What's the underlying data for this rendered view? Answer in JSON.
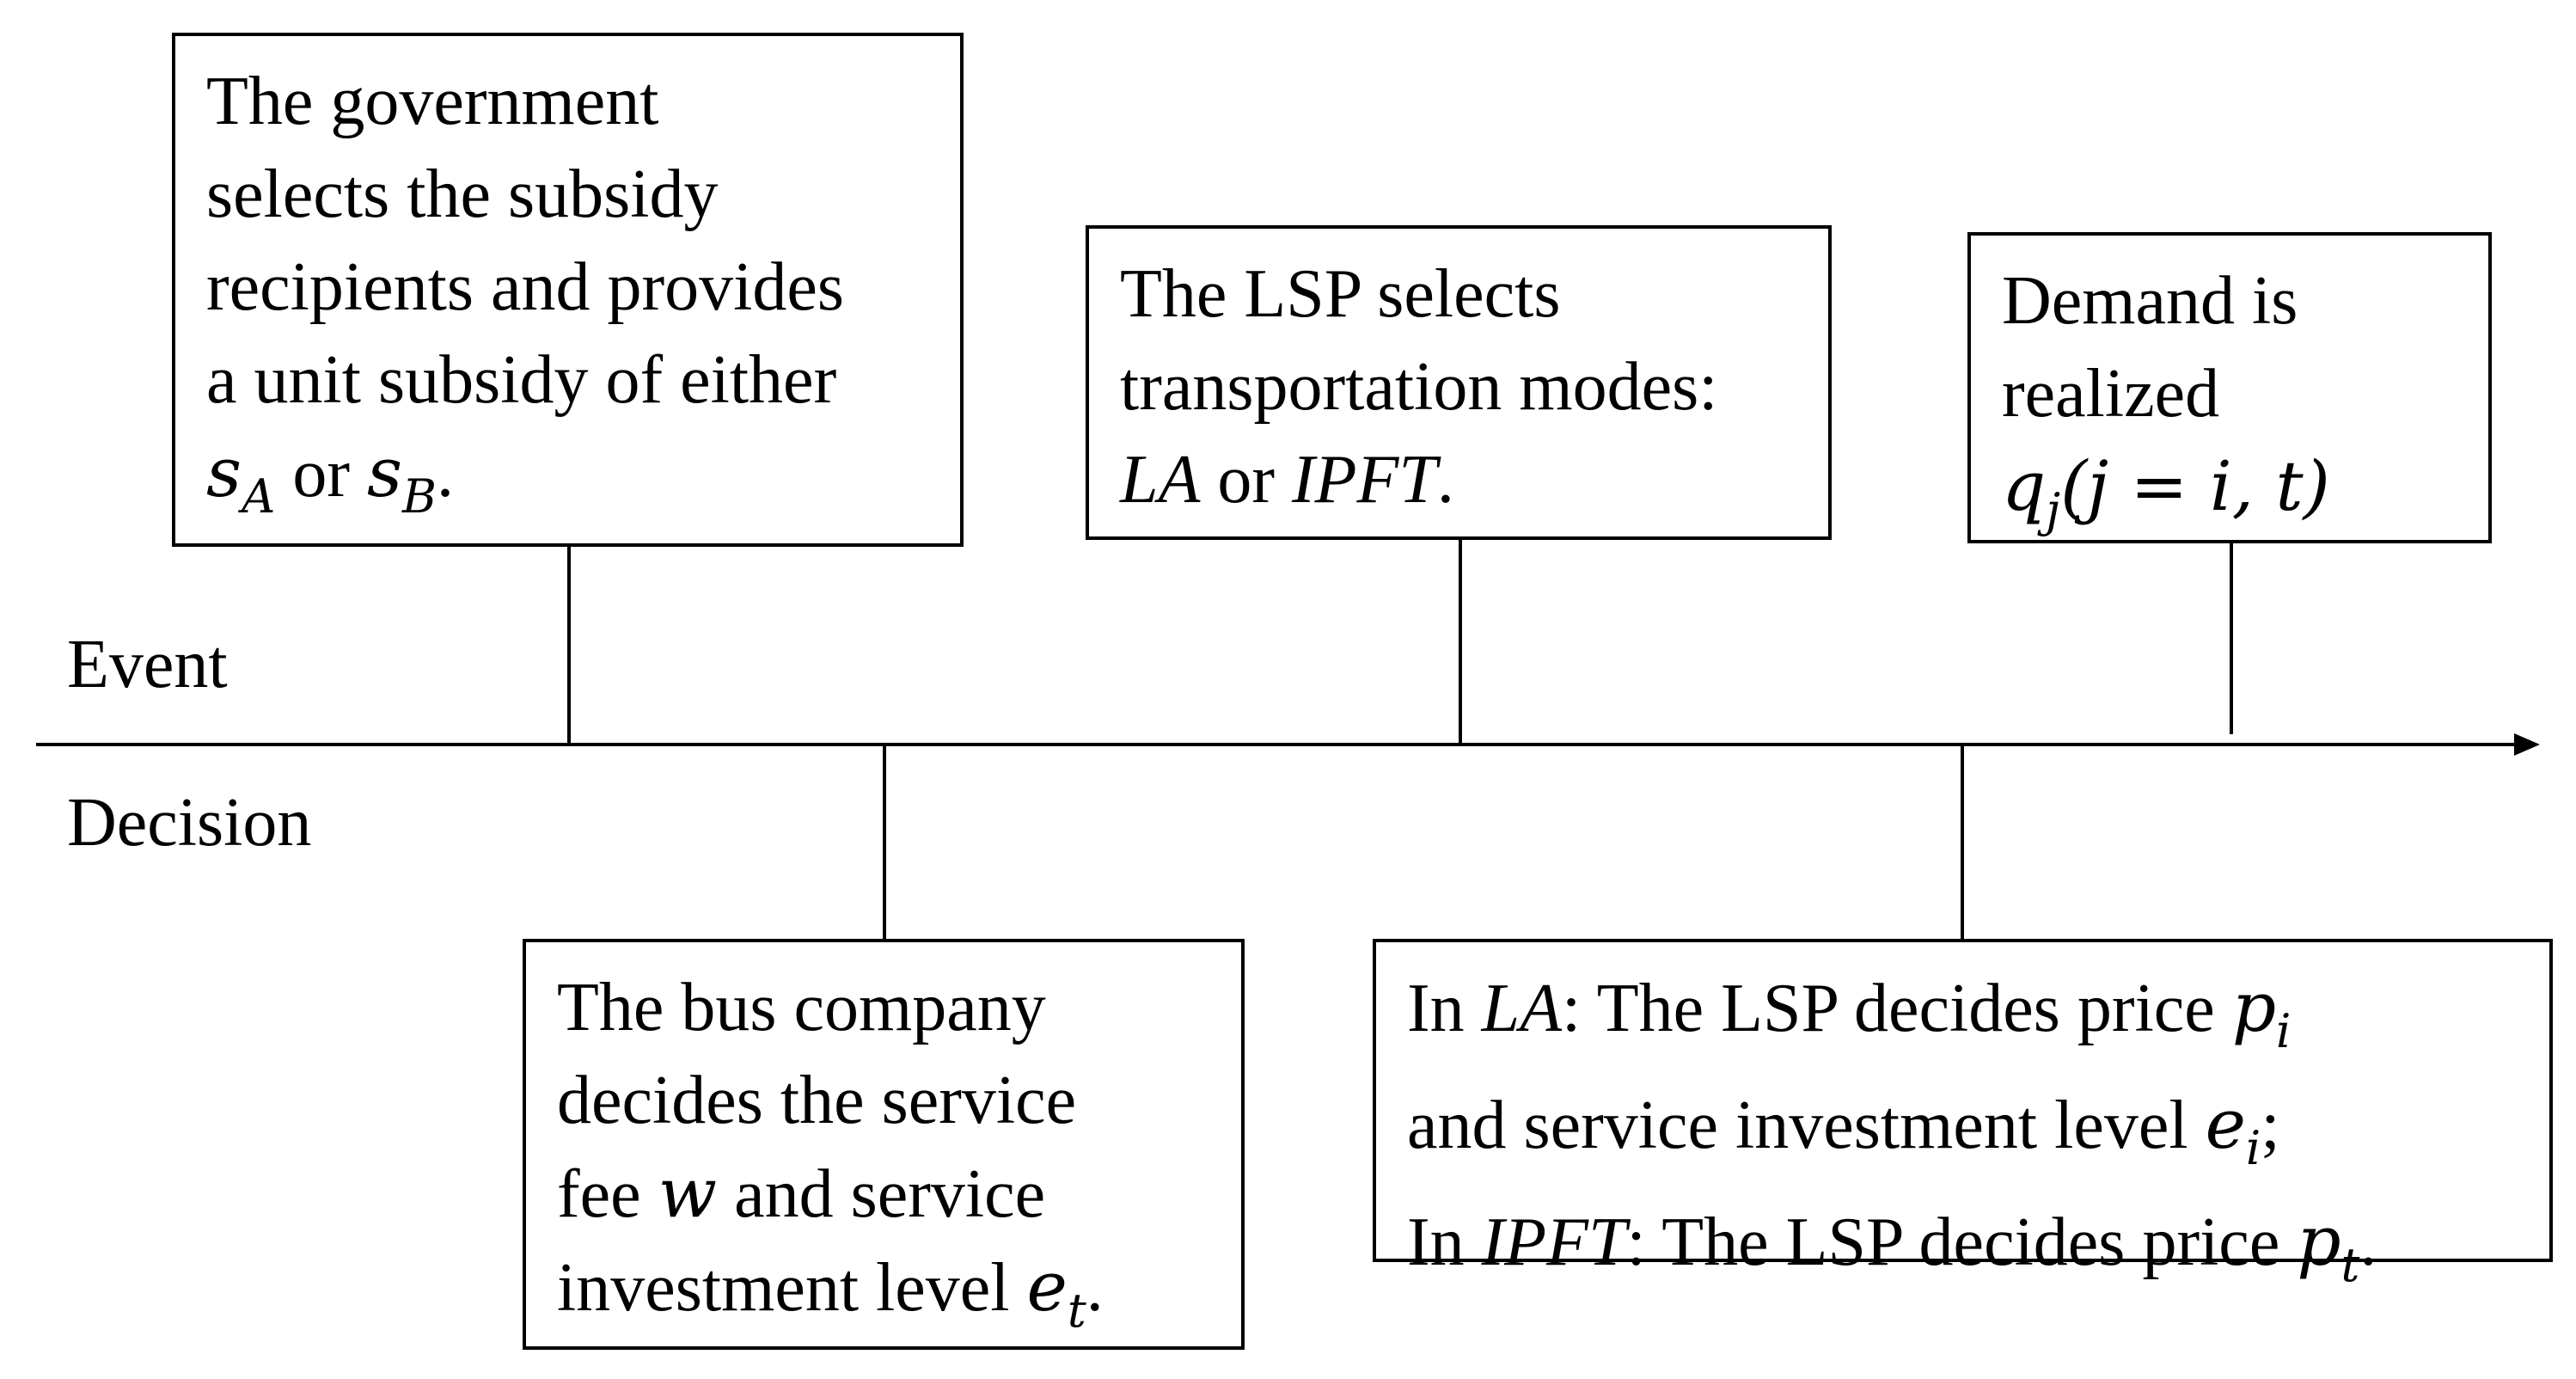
{
  "axis": {
    "event_label": "Event",
    "decision_label": "Decision"
  },
  "events": [
    {
      "lines": [
        "The government",
        "selects the subsidy",
        "recipients and provides",
        "a unit subsidy of either"
      ],
      "last": {
        "a": "s",
        "a_sub": "A",
        "or": " or ",
        "b": "s",
        "b_sub": "B",
        "end": "."
      }
    },
    {
      "lines": [
        "The LSP selects",
        "transportation modes:"
      ],
      "last": {
        "a": "LA",
        "or": " or ",
        "b": "IPFT",
        "end": "."
      }
    },
    {
      "lines": [
        "Demand is",
        "realized"
      ],
      "last": {
        "q": "q",
        "q_sub": "j",
        "rest": "(j = i, t)"
      }
    }
  ],
  "decisions": [
    {
      "lines": [
        "The bus company",
        "decides the service"
      ],
      "line3": {
        "pre": "fee ",
        "var": "w",
        "post": " and service"
      },
      "line4": {
        "pre": "investment level ",
        "var": "e",
        "sub": "t",
        "end": "."
      }
    },
    {
      "line1": {
        "pre": "In ",
        "mode": "LA",
        "mid": ": The LSP decides price ",
        "var": "p",
        "sub": "i"
      },
      "line2": {
        "pre": "and service investment level ",
        "var": "e",
        "sub": "i",
        "end": ";"
      },
      "line3": {
        "pre": "In ",
        "mode": "IPFT",
        "mid": ": The LSP decides price ",
        "var": "p",
        "sub": "t",
        "end": "."
      }
    }
  ]
}
